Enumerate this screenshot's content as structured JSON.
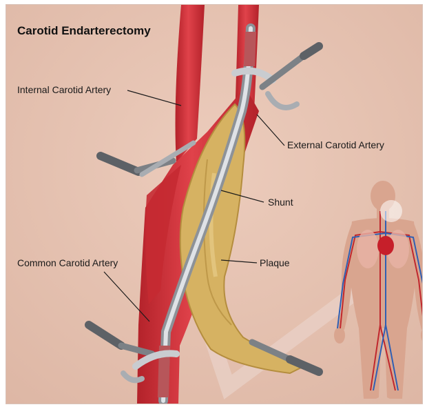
{
  "title": "Carotid Endarterectomy",
  "labels": {
    "internal": "Internal Carotid Artery",
    "external": "External Carotid Artery",
    "shunt": "Shunt",
    "common": "Common Carotid Artery",
    "plaque": "Plaque"
  },
  "colors": {
    "background": "#e6c4b4",
    "artery": "#d8333a",
    "artery_dark": "#a81e26",
    "plaque": "#d8b463",
    "plaque_dark": "#a8853a",
    "shunt": "#b9bdc3",
    "clamp": "#8e9398"
  }
}
